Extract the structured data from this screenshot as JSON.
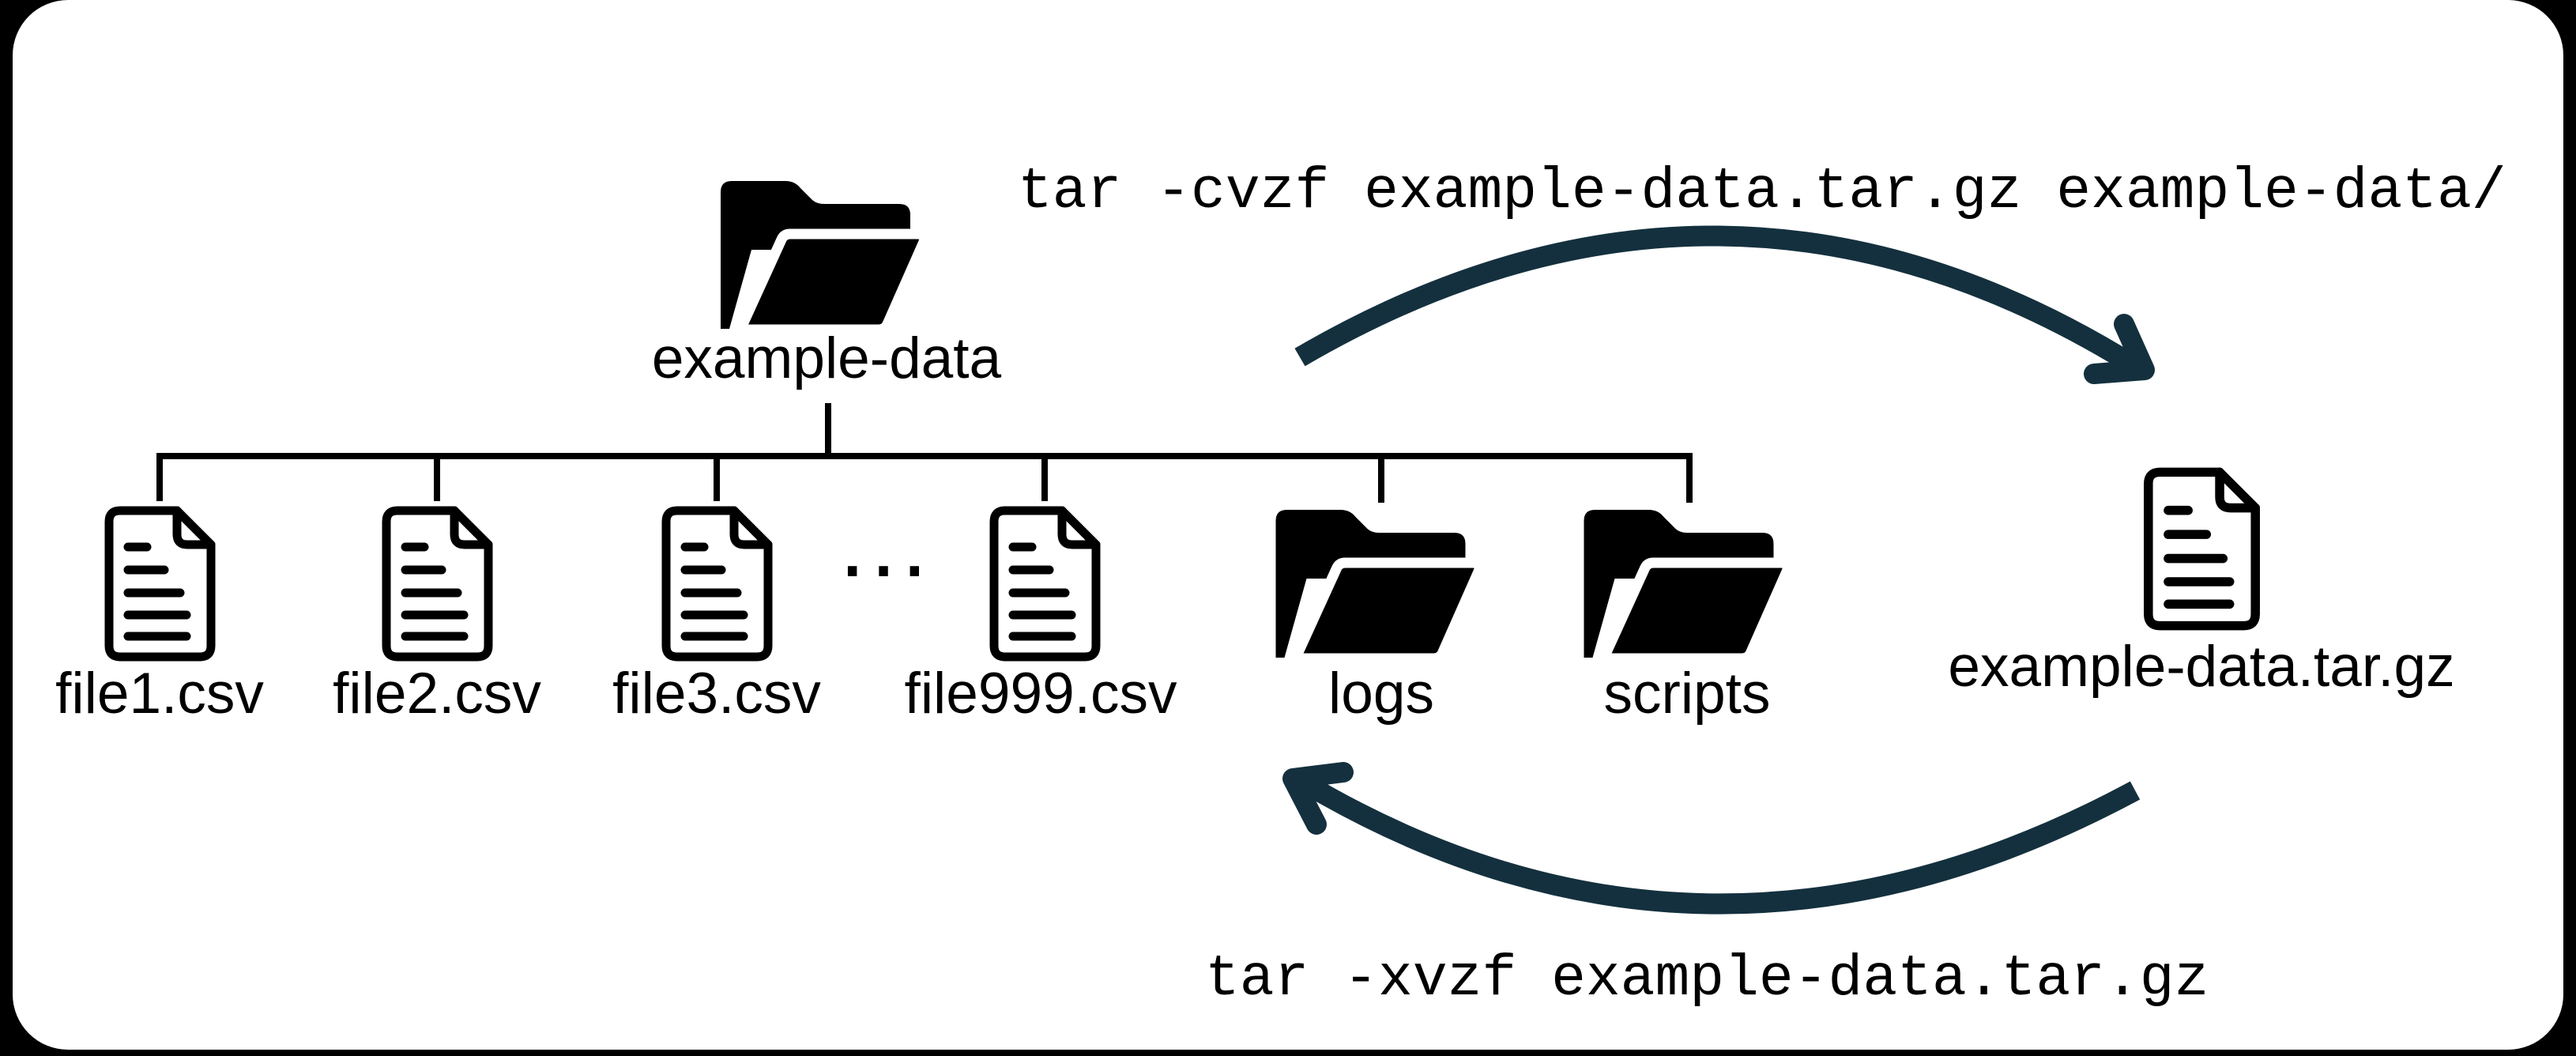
{
  "canvas": {
    "background_color": "#000000",
    "panel_color": "#ffffff"
  },
  "palette": {
    "arrow_color": "#14303e",
    "line_color": "#000000",
    "text_color": "#000000"
  },
  "tree": {
    "root": {
      "label": "example-data",
      "icon": "open-folder-icon"
    },
    "ellipsis": "...",
    "children": [
      {
        "label": "file1.csv",
        "icon": "document-icon"
      },
      {
        "label": "file2.csv",
        "icon": "document-icon"
      },
      {
        "label": "file3.csv",
        "icon": "document-icon"
      },
      {
        "label": "file999.csv",
        "icon": "document-icon"
      },
      {
        "label": "logs",
        "icon": "open-folder-icon"
      },
      {
        "label": "scripts",
        "icon": "open-folder-icon"
      }
    ]
  },
  "archive": {
    "label": "example-data.tar.gz",
    "icon": "document-icon"
  },
  "commands": {
    "compress": "tar -cvzf example-data.tar.gz example-data/",
    "extract": "tar -xvzf example-data.tar.gz"
  }
}
